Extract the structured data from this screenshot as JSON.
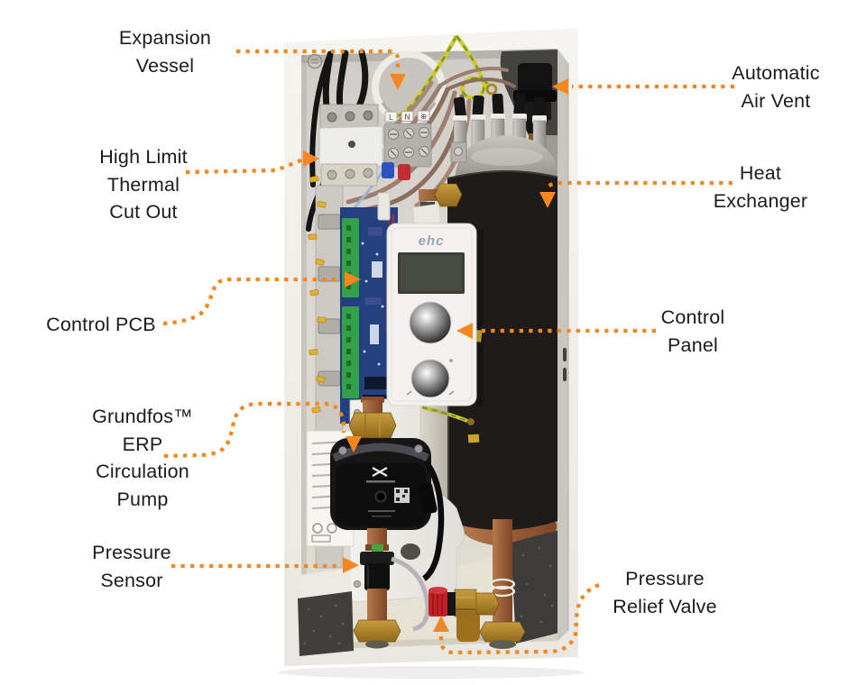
{
  "title": "Electric boiler internal components diagram",
  "colors": {
    "accent": "#F6861F",
    "label_text": "#1B1B1B",
    "background": "#FFFFFF",
    "boiler_case": "#F0EEE9",
    "interior_panel": "#D9D6CF",
    "heat_exchanger_jacket": "#1D1C1B",
    "pcb_blue": "#24407E",
    "terminal_green": "#35A04A",
    "copper": "#9A5F33",
    "brass": "#AD7E2C",
    "relief_valve_cap_red": "#C22128",
    "pump_black": "#161616"
  },
  "labels": [
    {
      "id": "expansion-vessel",
      "lines": [
        "Expansion",
        "Vessel"
      ]
    },
    {
      "id": "high-limit-thermal-cut-out",
      "lines": [
        "High Limit",
        "Thermal",
        "Cut Out"
      ]
    },
    {
      "id": "control-pcb",
      "lines": [
        "Control PCB"
      ]
    },
    {
      "id": "grundfos-erp-circulation-pump",
      "lines": [
        "Grundfos™",
        "ERP",
        "Circulation",
        "Pump"
      ]
    },
    {
      "id": "pressure-sensor",
      "lines": [
        "Pressure",
        "Sensor"
      ]
    },
    {
      "id": "automatic-air-vent",
      "lines": [
        "Automatic",
        "Air Vent"
      ]
    },
    {
      "id": "heat-exchanger",
      "lines": [
        "Heat",
        "Exchanger"
      ]
    },
    {
      "id": "control-panel",
      "lines": [
        "Control",
        "Panel"
      ]
    },
    {
      "id": "pressure-relief-valve",
      "lines": [
        "Pressure",
        "Relief Valve"
      ]
    }
  ],
  "photo": {
    "brand_logo": "ehc",
    "terminals": [
      "L",
      "N",
      "⊕"
    ]
  }
}
